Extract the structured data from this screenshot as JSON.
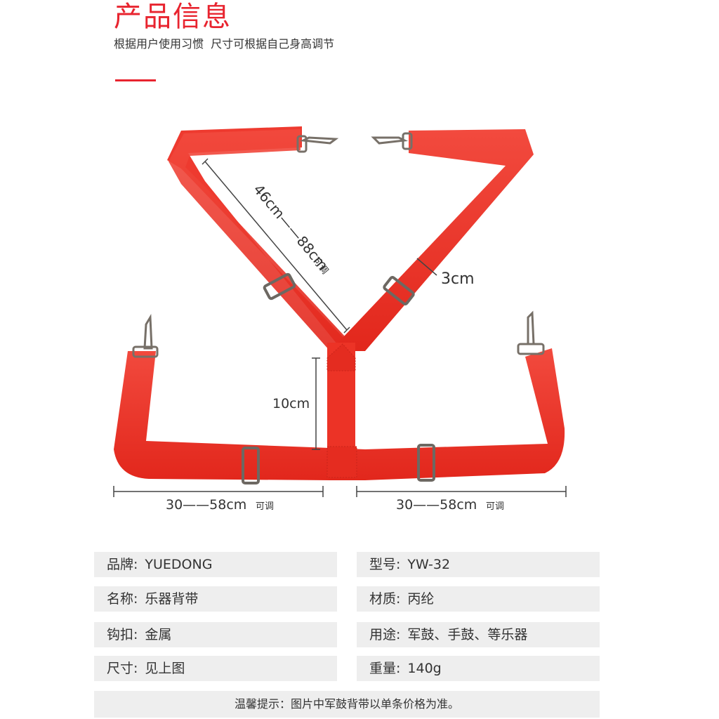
{
  "header": {
    "title": "产品信息",
    "subtitle": "根据用户使用习惯  尺寸可根据自己身高调节"
  },
  "diagram": {
    "strap_color": "#ee3a2f",
    "labels": {
      "diag_length": "46cm——88cm",
      "diag_adjust": "可调",
      "width": "3cm",
      "center": "10cm",
      "bottom_left": "30——58cm",
      "bottom_left_adjust": "可调",
      "bottom_right": "30——58cm",
      "bottom_right_adjust": "可调"
    }
  },
  "specs": [
    {
      "label": "品牌:",
      "value": "YUEDONG"
    },
    {
      "label": "型号:",
      "value": "YW-32"
    },
    {
      "label": "名称:",
      "value": "乐器背带"
    },
    {
      "label": "材质:",
      "value": "丙纶"
    },
    {
      "label": "钩扣:",
      "value": "金属"
    },
    {
      "label": "用途:",
      "value": "军鼓、手鼓、等乐器"
    },
    {
      "label": "尺寸:",
      "value": "见上图"
    },
    {
      "label": "重量:",
      "value": "140g"
    }
  ],
  "tip": "温馨提示：图片中军鼓背带以单条价格为准。"
}
